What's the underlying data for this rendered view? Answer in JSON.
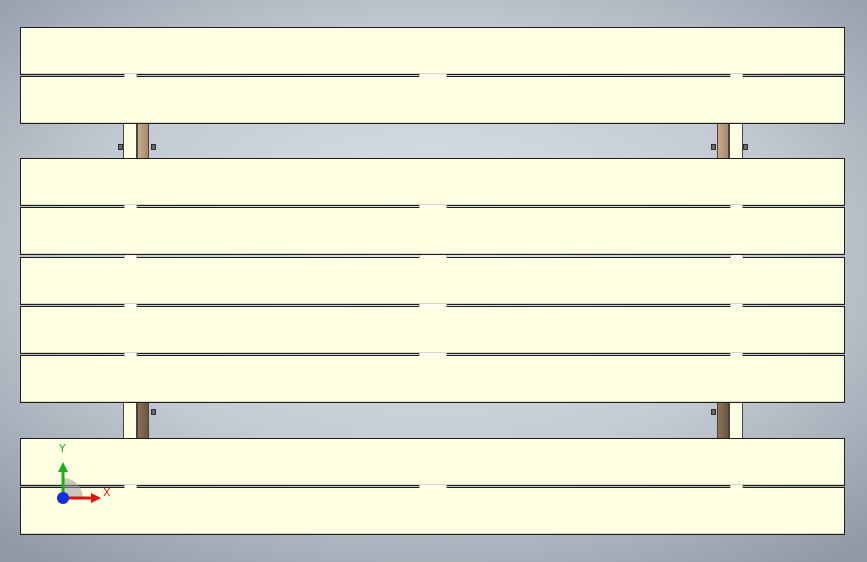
{
  "scene": {
    "view": "top",
    "plank_color": "#fefee3",
    "plank_outline_color": "#1e1e1e",
    "support_color": "#a78a6a",
    "background_gradient": [
      "#dfe4ea",
      "#8f98a4"
    ]
  },
  "triad": {
    "x_label": "X",
    "y_label": "Y",
    "x_color": "#e01010",
    "y_color": "#18b018",
    "z_color": "#1030e0",
    "icon": "coordinate-triad-icon"
  }
}
